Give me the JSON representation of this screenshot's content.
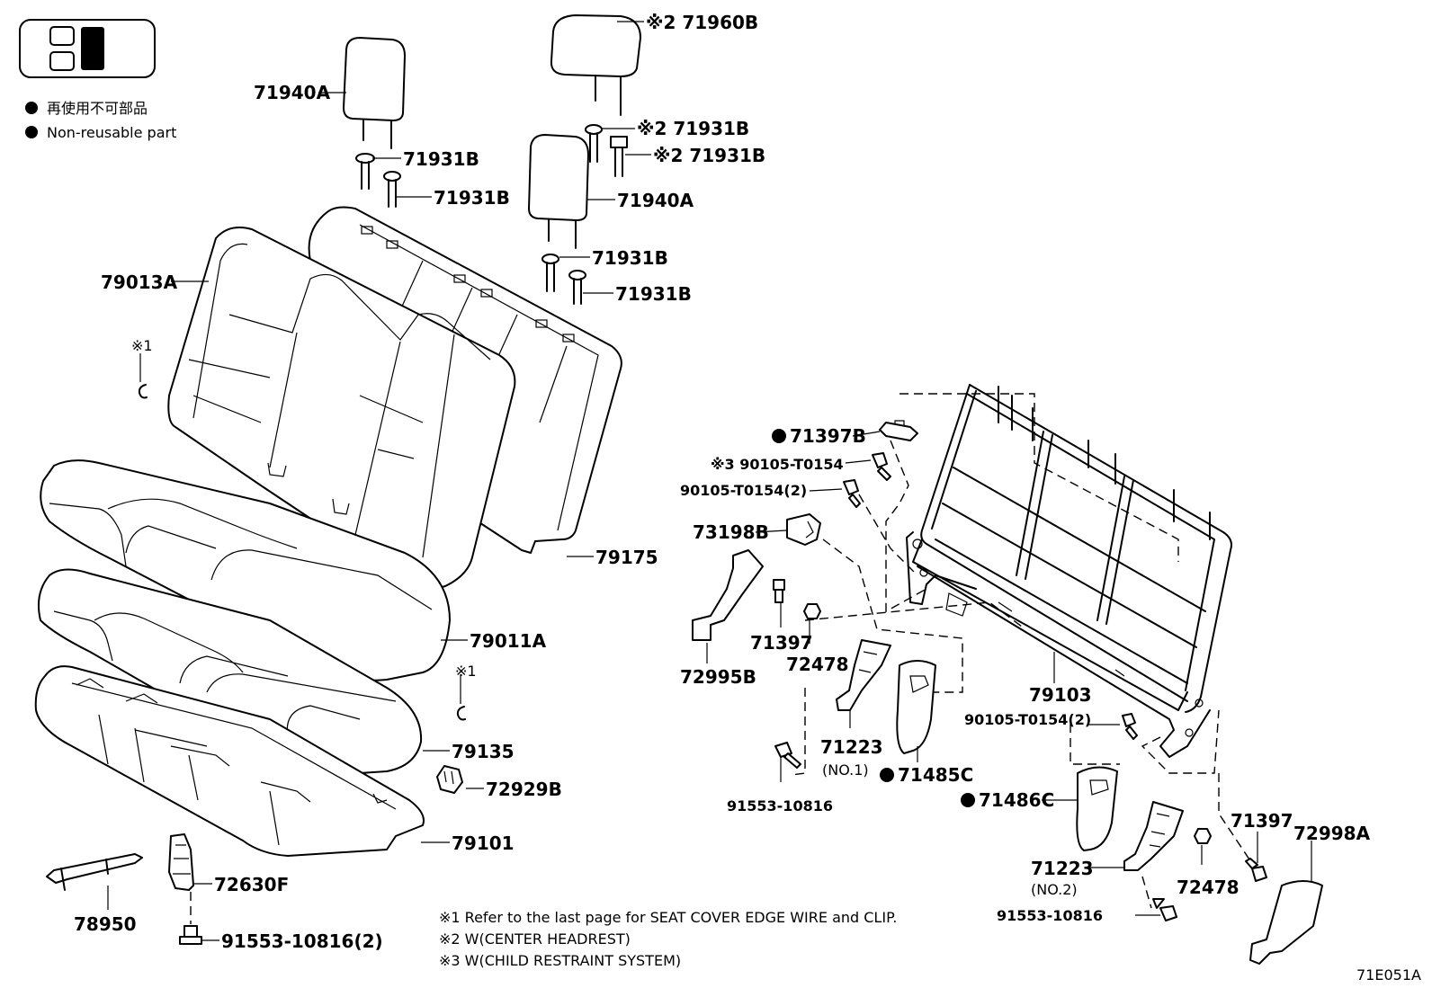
{
  "legend": {
    "non_reusable_jp": "再使用不可部品",
    "non_reusable_en": "Non-reusable part"
  },
  "labels": {
    "p71960B": "※2 71960B",
    "p71940A_1": "71940A",
    "p71931B_1": "71931B",
    "p71931B_2": "71931B",
    "p71931B_3": "※2 71931B",
    "p71931B_4": "※2 71931B",
    "p71940A_2": "71940A",
    "p71931B_5": "71931B",
    "p71931B_6": "71931B",
    "p79013A": "79013A",
    "mark1_a": "※1",
    "p79175": "79175",
    "p79011A": "79011A",
    "mark1_b": "※1",
    "p79135": "79135",
    "p72929B": "72929B",
    "p79101": "79101",
    "p72630F": "72630F",
    "p78950": "78950",
    "p91553_10816_2": "91553-10816(2)",
    "p71397B": "71397B",
    "p90105_T0154_a": "※3 90105-T0154",
    "p90105_T0154_b": "90105-T0154(2)",
    "p73198B": "73198B",
    "p72995B": "72995B",
    "p71397_1": "71397",
    "p72478_1": "72478",
    "p71223_1": "71223",
    "p71223_1_sub": "(NO.1)",
    "p91553_10816_a": "91553-10816",
    "p71485C": "71485C",
    "p79103": "79103",
    "p90105_T0154_c": "90105-T0154(2)",
    "p71486C": "71486C",
    "p71397_2": "71397",
    "p72998A": "72998A",
    "p71223_2": "71223",
    "p71223_2_sub": "(NO.2)",
    "p72478_2": "72478",
    "p91553_10816_b": "91553-10816"
  },
  "notes": [
    "※1  Refer to the last page for SEAT COVER EDGE WIRE and CLIP.",
    "※2 W(CENTER HEADREST)",
    "※3 W(CHILD RESTRAINT SYSTEM)"
  ],
  "figure_code": "71E051A"
}
